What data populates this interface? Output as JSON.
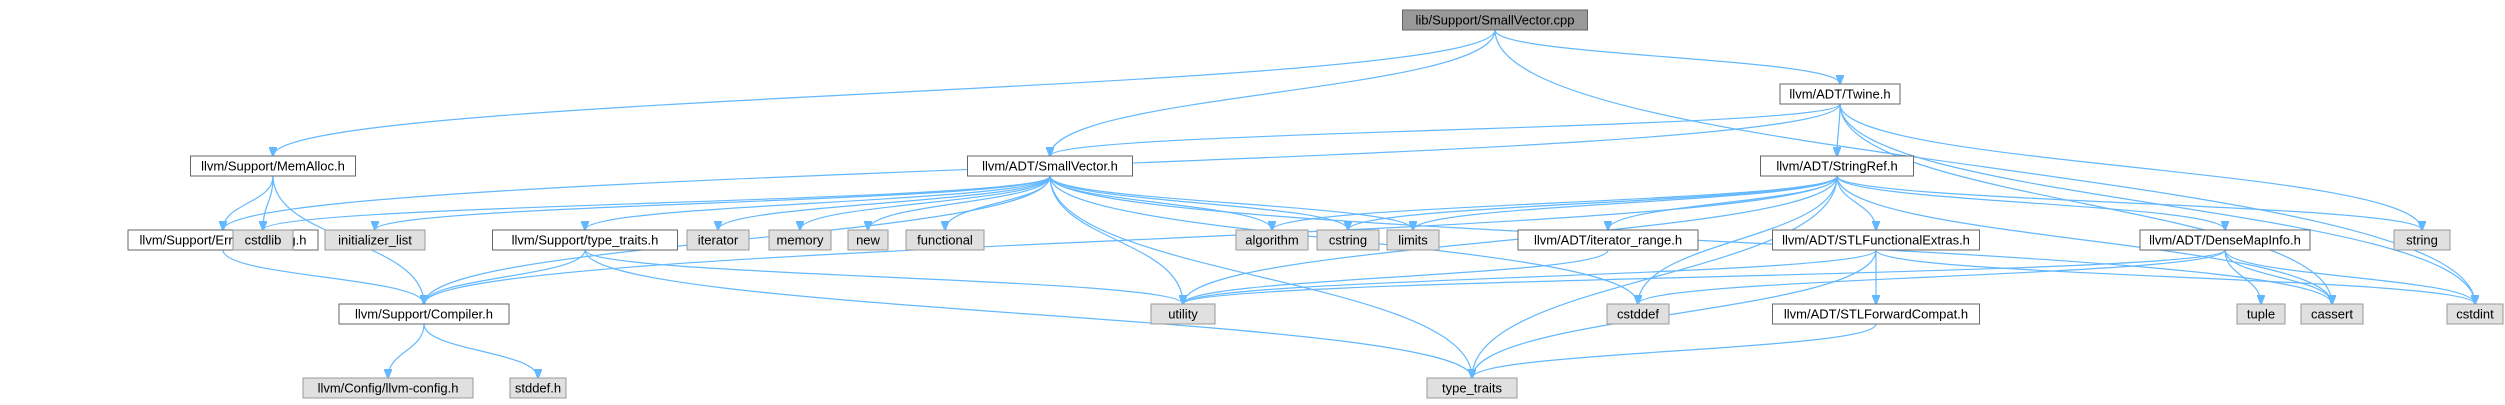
{
  "nodes": [
    {
      "id": "root",
      "label": "lib/Support/SmallVector.cpp",
      "kind": "root"
    },
    {
      "id": "twine",
      "label": "llvm/ADT/Twine.h",
      "kind": "local"
    },
    {
      "id": "memalloc",
      "label": "llvm/Support/MemAlloc.h",
      "kind": "local"
    },
    {
      "id": "smallvector",
      "label": "llvm/ADT/SmallVector.h",
      "kind": "local"
    },
    {
      "id": "stringref",
      "label": "llvm/ADT/StringRef.h",
      "kind": "local"
    },
    {
      "id": "errorhandling",
      "label": "llvm/Support/ErrorHandling.h",
      "kind": "local"
    },
    {
      "id": "cstdlib",
      "label": "cstdlib",
      "kind": "system"
    },
    {
      "id": "initlist",
      "label": "initializer_list",
      "kind": "system"
    },
    {
      "id": "typetraits_h",
      "label": "llvm/Support/type_traits.h",
      "kind": "local"
    },
    {
      "id": "iterator",
      "label": "iterator",
      "kind": "system"
    },
    {
      "id": "memory",
      "label": "memory",
      "kind": "system"
    },
    {
      "id": "new",
      "label": "new",
      "kind": "system"
    },
    {
      "id": "functional",
      "label": "functional",
      "kind": "system"
    },
    {
      "id": "algorithm",
      "label": "algorithm",
      "kind": "system"
    },
    {
      "id": "cstring",
      "label": "cstring",
      "kind": "system"
    },
    {
      "id": "limits",
      "label": "limits",
      "kind": "system"
    },
    {
      "id": "iterrange",
      "label": "llvm/ADT/iterator_range.h",
      "kind": "local"
    },
    {
      "id": "stlfunc",
      "label": "llvm/ADT/STLFunctionalExtras.h",
      "kind": "local"
    },
    {
      "id": "densemapinfo",
      "label": "llvm/ADT/DenseMapInfo.h",
      "kind": "local"
    },
    {
      "id": "string",
      "label": "string",
      "kind": "system"
    },
    {
      "id": "cstdint",
      "label": "cstdint",
      "kind": "system"
    },
    {
      "id": "compiler",
      "label": "llvm/Support/Compiler.h",
      "kind": "local"
    },
    {
      "id": "utility",
      "label": "utility",
      "kind": "system"
    },
    {
      "id": "cstddef",
      "label": "cstddef",
      "kind": "system"
    },
    {
      "id": "tuple",
      "label": "tuple",
      "kind": "system"
    },
    {
      "id": "cassert",
      "label": "cassert",
      "kind": "system"
    },
    {
      "id": "stlforward",
      "label": "llvm/ADT/STLForwardCompat.h",
      "kind": "local"
    },
    {
      "id": "llvmconfig",
      "label": "llvm/Config/llvm-config.h",
      "kind": "system"
    },
    {
      "id": "stddef",
      "label": "stddef.h",
      "kind": "system"
    },
    {
      "id": "type_traits",
      "label": "type_traits",
      "kind": "system"
    }
  ],
  "edges": [
    [
      "root",
      "twine"
    ],
    [
      "root",
      "memalloc"
    ],
    [
      "root",
      "smallvector"
    ],
    [
      "root",
      "cstdint"
    ],
    [
      "twine",
      "smallvector"
    ],
    [
      "twine",
      "stringref"
    ],
    [
      "twine",
      "errorhandling"
    ],
    [
      "twine",
      "string"
    ],
    [
      "twine",
      "cstdint"
    ],
    [
      "twine",
      "cassert"
    ],
    [
      "memalloc",
      "compiler"
    ],
    [
      "memalloc",
      "errorhandling"
    ],
    [
      "memalloc",
      "cstdlib"
    ],
    [
      "errorhandling",
      "compiler"
    ],
    [
      "smallvector",
      "compiler"
    ],
    [
      "smallvector",
      "typetraits_h"
    ],
    [
      "smallvector",
      "algorithm"
    ],
    [
      "smallvector",
      "cassert"
    ],
    [
      "smallvector",
      "cstddef"
    ],
    [
      "smallvector",
      "cstdlib"
    ],
    [
      "smallvector",
      "cstring"
    ],
    [
      "smallvector",
      "functional"
    ],
    [
      "smallvector",
      "initlist"
    ],
    [
      "smallvector",
      "iterator"
    ],
    [
      "smallvector",
      "limits"
    ],
    [
      "smallvector",
      "memory"
    ],
    [
      "smallvector",
      "new"
    ],
    [
      "smallvector",
      "type_traits"
    ],
    [
      "smallvector",
      "utility"
    ],
    [
      "typetraits_h",
      "compiler"
    ],
    [
      "typetraits_h",
      "type_traits"
    ],
    [
      "typetraits_h",
      "utility"
    ],
    [
      "stringref",
      "densemapinfo"
    ],
    [
      "stringref",
      "stlfunc"
    ],
    [
      "stringref",
      "iterrange"
    ],
    [
      "stringref",
      "compiler"
    ],
    [
      "stringref",
      "algorithm"
    ],
    [
      "stringref",
      "cassert"
    ],
    [
      "stringref",
      "cstddef"
    ],
    [
      "stringref",
      "cstring"
    ],
    [
      "stringref",
      "limits"
    ],
    [
      "stringref",
      "string"
    ],
    [
      "stringref",
      "type_traits"
    ],
    [
      "stringref",
      "utility"
    ],
    [
      "iterrange",
      "utility"
    ],
    [
      "stlfunc",
      "stlforward"
    ],
    [
      "stlfunc",
      "cstdint"
    ],
    [
      "stlfunc",
      "type_traits"
    ],
    [
      "stlfunc",
      "utility"
    ],
    [
      "stlforward",
      "type_traits"
    ],
    [
      "densemapinfo",
      "cassert"
    ],
    [
      "densemapinfo",
      "cstddef"
    ],
    [
      "densemapinfo",
      "cstdint"
    ],
    [
      "densemapinfo",
      "tuple"
    ],
    [
      "densemapinfo",
      "utility"
    ],
    [
      "compiler",
      "llvmconfig"
    ],
    [
      "compiler",
      "stddef"
    ]
  ]
}
